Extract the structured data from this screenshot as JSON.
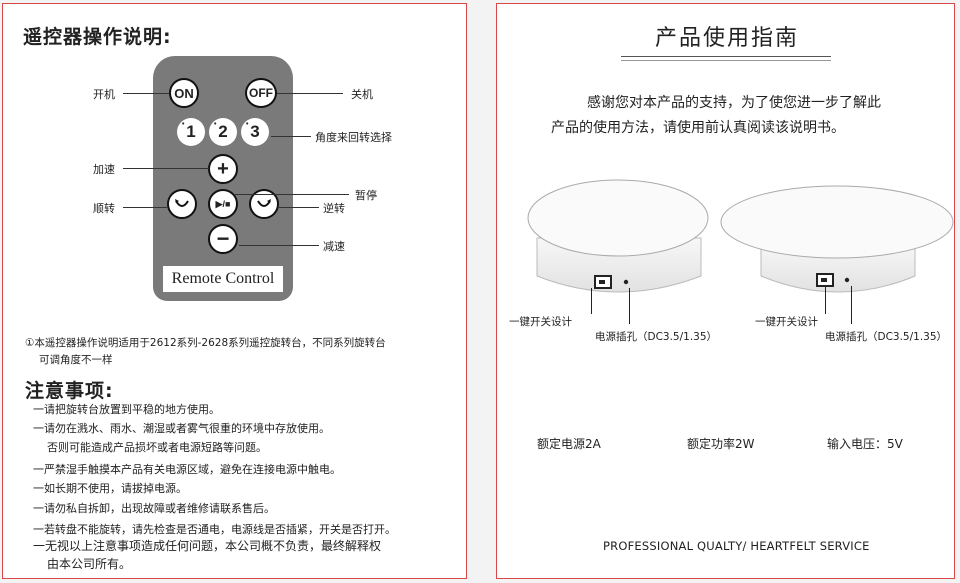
{
  "left": {
    "title": "遥控器操作说明:",
    "remote": {
      "on": "ON",
      "off": "OFF",
      "num1": "1",
      "num2": "2",
      "num3": "3",
      "plus": "+",
      "minus": "−",
      "play": "▶/■",
      "label": "Remote Control"
    },
    "labels": {
      "power_on": "开机",
      "power_off": "关机",
      "angle": "角度来回转选择",
      "speed_up": "加速",
      "pause": "暂停",
      "clockwise": "顺转",
      "counter": "逆转",
      "speed_down": "减速"
    },
    "footnote_line1": "①本遥控器操作说明适用于2612系列-2628系列遥控旋转台，不同系列旋转台",
    "footnote_line2": "可调角度不一样",
    "notes_title": "注意事项:",
    "notes": [
      "一请把旋转台放置到平稳的地方使用。",
      "一请勿在溅水、雨水、潮湿或者雾气很重的环境中存放使用。",
      "否则可能造成产品损坏或者电源短路等问题。",
      "一严禁湿手触摸本产品有关电源区域，避免在连接电源中触电。",
      "一如长期不使用，请拔掉电源。",
      "一请勿私自拆卸，出现故障或者维修请联系售后。",
      "一若转盘不能旋转，请先检查是否通电，电源线是否插紧，开关是否打开。",
      "一无视以上注意事项造成任何问题，本公司概不负责，最终解释权",
      "由本公司所有。"
    ]
  },
  "right": {
    "title": "产品使用指南",
    "intro_line1": "感谢您对本产品的支持，为了使您进一步了解此",
    "intro_line2": "产品的使用方法，请使用前认真阅读该说明书。",
    "switch_label": "一键开关设计",
    "port_label": "电源插孔（DC3.5/1.35）",
    "specs": [
      "额定电源2A",
      "额定功率2W",
      "输入电压：5V"
    ],
    "footer": "PROFESSIONAL QUALTY/ HEARTFELT SERVICE"
  }
}
